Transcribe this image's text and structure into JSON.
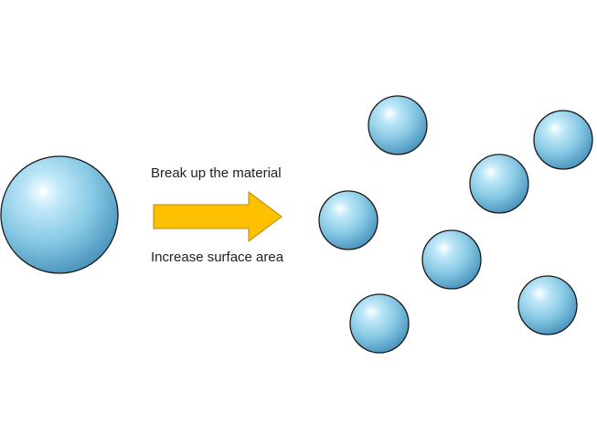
{
  "diagram": {
    "top_label": "Break up the material",
    "bottom_label": "Increase surface area",
    "colors": {
      "sphere_highlight": "#ffffff",
      "sphere_light": "#bfe8f8",
      "sphere_mid": "#86c8e4",
      "sphere_dark": "#4e97bf",
      "sphere_outline": "#1a1a1a",
      "arrow_fill": "#ffc000",
      "arrow_outline": "#b8860b"
    },
    "large_sphere_count": 1,
    "small_sphere_count": 7
  }
}
